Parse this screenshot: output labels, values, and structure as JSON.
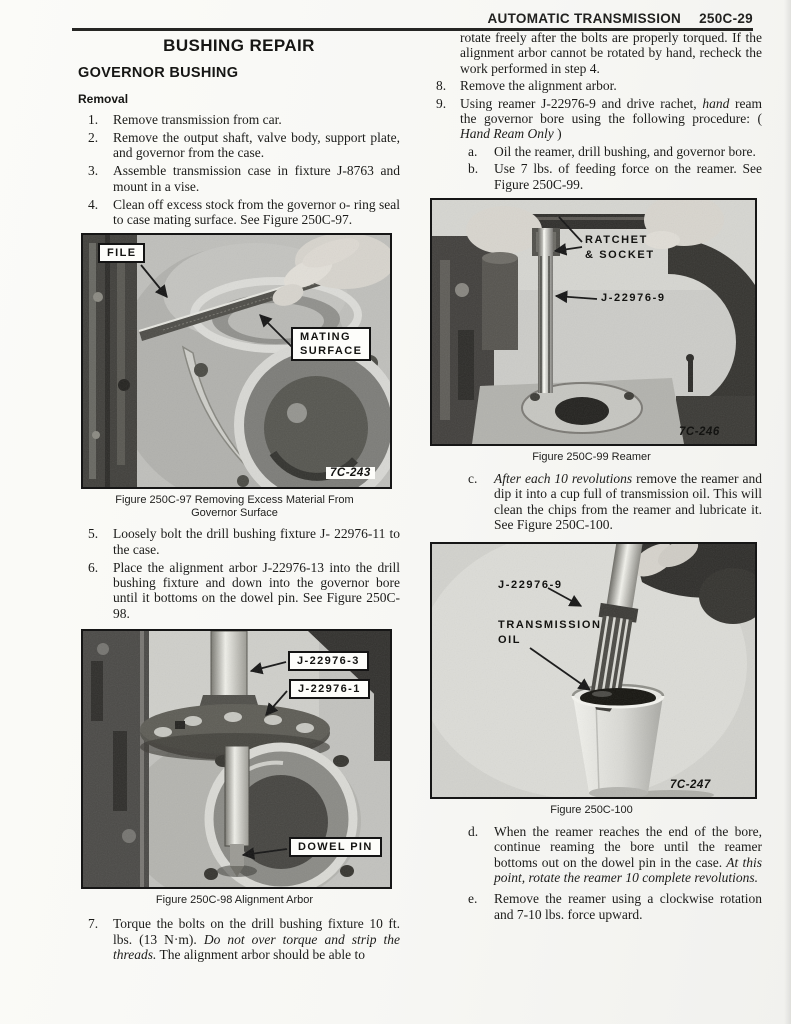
{
  "header": {
    "section_title": "AUTOMATIC TRANSMISSION",
    "page_code": "250C-29"
  },
  "left_column": {
    "title": "BUSHING REPAIR",
    "heading": "GOVERNOR BUSHING",
    "subheading": "Removal",
    "steps_1_4": [
      {
        "num": "1.",
        "text": "Remove transmission from car."
      },
      {
        "num": "2.",
        "text": "Remove the output shaft, valve body, support plate, and governor from the case."
      },
      {
        "num": "3.",
        "text": "Assemble transmission case in fixture J-8763 and mount in a vise."
      },
      {
        "num": "4.",
        "text": "Clean off excess stock from the governor o- ring seal to case mating surface. See Figure 250C-97."
      }
    ],
    "steps_5_6": [
      {
        "num": "5.",
        "text": "Loosely bolt the drill bushing fixture J- 22976-11 to the case."
      },
      {
        "num": "6.",
        "text": "Place the alignment arbor J-22976-13 into the drill bushing fixture and down into the governor bore until it bottoms on the dowel pin. See Figure 250C-98."
      }
    ],
    "step_7": {
      "num": "7.",
      "t1": "Torque the bolts on the drill bushing fixture 10 ft. lbs. (13 N·m). ",
      "t2": "Do not over torque and strip the threads.",
      "t3": " The alignment arbor should be able to"
    }
  },
  "right_column": {
    "continuation": "rotate freely after the bolts are properly torqued. If the alignment arbor cannot be rotated by hand, recheck the work performed in step 4.",
    "step_8": {
      "num": "8.",
      "text": "Remove the alignment arbor."
    },
    "step_9": {
      "num": "9.",
      "t1": "Using reamer J-22976-9 and drive rachet, ",
      "t2": "hand",
      "t3": " ream the governor bore using the following procedure: ( ",
      "t4": "Hand Ream Only",
      "t5": " )"
    },
    "sub_a": {
      "num": "a.",
      "text": "Oil the reamer, drill bushing, and governor bore."
    },
    "sub_b": {
      "num": "b.",
      "text": "Use 7 lbs. of feeding force on the reamer. See Figure 250C-99."
    },
    "sub_c": {
      "num": "c.",
      "t1": "After each 10 revolutions",
      "t2": " remove the reamer and dip it into a cup full of transmission oil. This will clean the chips from the reamer and lubricate it. See Figure 250C-100."
    },
    "sub_d": {
      "num": "d.",
      "t1": "When the reamer reaches the end of the bore, continue reaming the bore until the reamer bottoms out on the dowel pin in the case. ",
      "t2": "At this point, rotate the reamer 10 complete revolutions."
    },
    "sub_e": {
      "num": "e.",
      "text": "Remove the reamer using a clockwise rotation and 7-10 lbs. force upward."
    }
  },
  "figures": {
    "fig97": {
      "label_file": "FILE",
      "label_mating_1": "MATING",
      "label_mating_2": "SURFACE",
      "code": "7C-243",
      "caption_1": "Figure 250C-97 Removing Excess Material From",
      "caption_2": "Governor Surface"
    },
    "fig98": {
      "label_tool_upper": "J-22976-3",
      "label_tool_lower": "J-22976-1",
      "label_dowel": "DOWEL PIN",
      "caption": "Figure 250C-98 Alignment Arbor"
    },
    "fig99": {
      "label_ratchet_1": "RATCHET",
      "label_ratchet_2": "& SOCKET",
      "label_reamer": "J-22976-9",
      "code": "7C-246",
      "caption": "Figure 250C-99 Reamer"
    },
    "fig100": {
      "label_reamer": "J-22976-9",
      "label_oil_1": "TRANSMISSION",
      "label_oil_2": "OIL",
      "code": "7C-247",
      "caption": "Figure 250C-100"
    }
  }
}
